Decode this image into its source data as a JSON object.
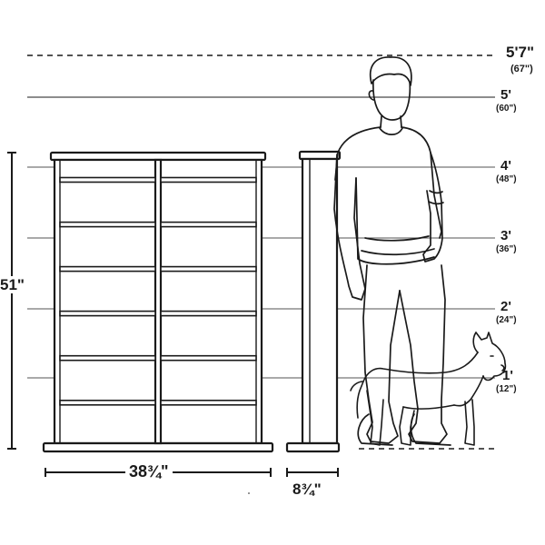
{
  "colors": {
    "ink": "#1a1a1a",
    "background": "#ffffff"
  },
  "height_markers": [
    {
      "feet": "5'7\"",
      "inches": "(67\")",
      "style": "dashed"
    },
    {
      "feet": "5'",
      "inches": "(60\")",
      "style": "solid"
    },
    {
      "feet": "4'",
      "inches": "(48\")",
      "style": "solid"
    },
    {
      "feet": "3'",
      "inches": "(36\")",
      "style": "solid"
    },
    {
      "feet": "2'",
      "inches": "(24\")",
      "style": "solid"
    },
    {
      "feet": "1'",
      "inches": "(12\")",
      "style": "solid"
    }
  ],
  "dimensions": {
    "height": "51\"",
    "width": "38¾\"",
    "depth": "8¾\""
  },
  "figures": {
    "bookcase_front": {
      "columns": 2,
      "shelves_per_column": 6
    },
    "bookcase_side": {},
    "person": {},
    "dog": {}
  }
}
